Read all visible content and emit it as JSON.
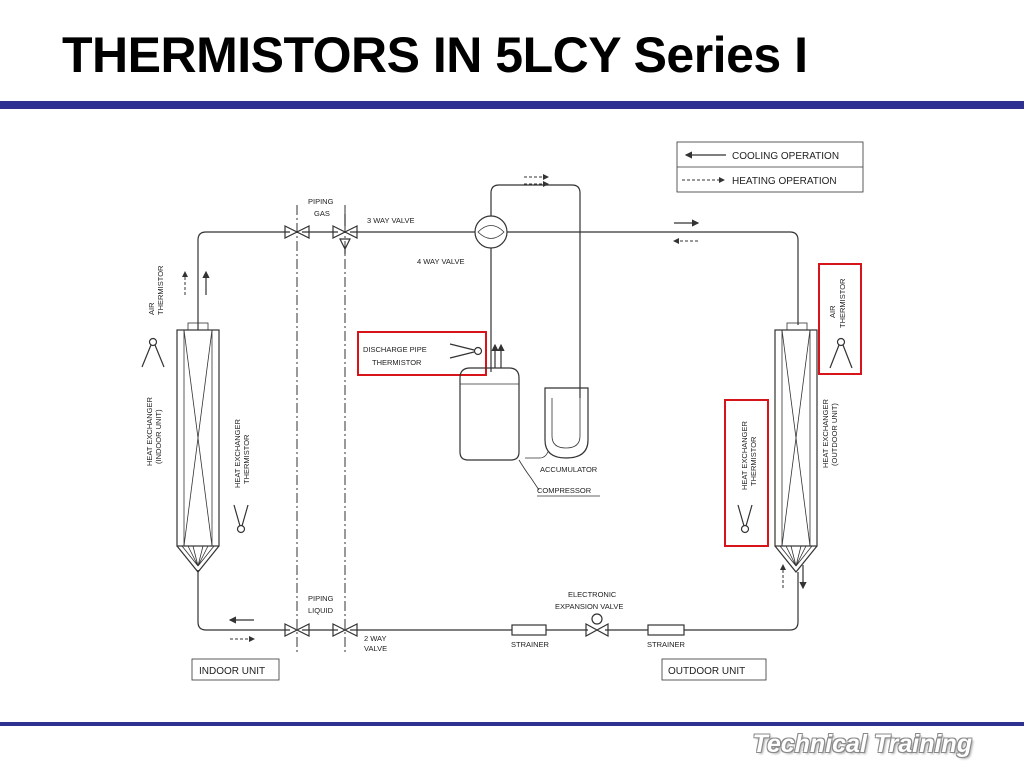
{
  "slide": {
    "title": "THERMISTORS IN 5LCY Series I",
    "footer": "Technical Training",
    "accent_color": "#2e3192",
    "highlight_color": "#d7141a"
  },
  "legend": {
    "cooling": "COOLING OPERATION",
    "heating": "HEATING OPERATION"
  },
  "labels": {
    "piping_gas": [
      "PIPING",
      "GAS"
    ],
    "three_way_valve": "3 WAY VALVE",
    "four_way_valve": "4 WAY VALVE",
    "air_thermistor_left": [
      "AIR",
      "THERMISTOR"
    ],
    "heat_exchanger_indoor": [
      "HEAT EXCHANGER",
      "(INDOOR UNIT)"
    ],
    "hx_thermistor_indoor": [
      "HEAT EXCHANGER",
      "THERMISTOR"
    ],
    "discharge_pipe_thermistor": [
      "DISCHARGE PIPE",
      "THERMISTOR"
    ],
    "accumulator": "ACCUMULATOR",
    "compressor": "COMPRESSOR",
    "air_thermistor_right": [
      "AIR",
      "THERMISTOR"
    ],
    "hx_thermistor_outdoor": [
      "HEAT EXCHANGER",
      "THERMISTOR"
    ],
    "heat_exchanger_outdoor": [
      "HEAT EXCHANGER",
      "(OUTDOOR UNIT)"
    ],
    "piping_liquid": [
      "PIPING",
      "LIQUID"
    ],
    "two_way_valve": [
      "2 WAY",
      "VALVE"
    ],
    "expansion_valve": [
      "ELECTRONIC",
      "EXPANSION VALVE"
    ],
    "strainer_left": "STRAINER",
    "strainer_right": "STRAINER",
    "indoor_unit": "INDOOR UNIT",
    "outdoor_unit": "OUTDOOR UNIT"
  }
}
